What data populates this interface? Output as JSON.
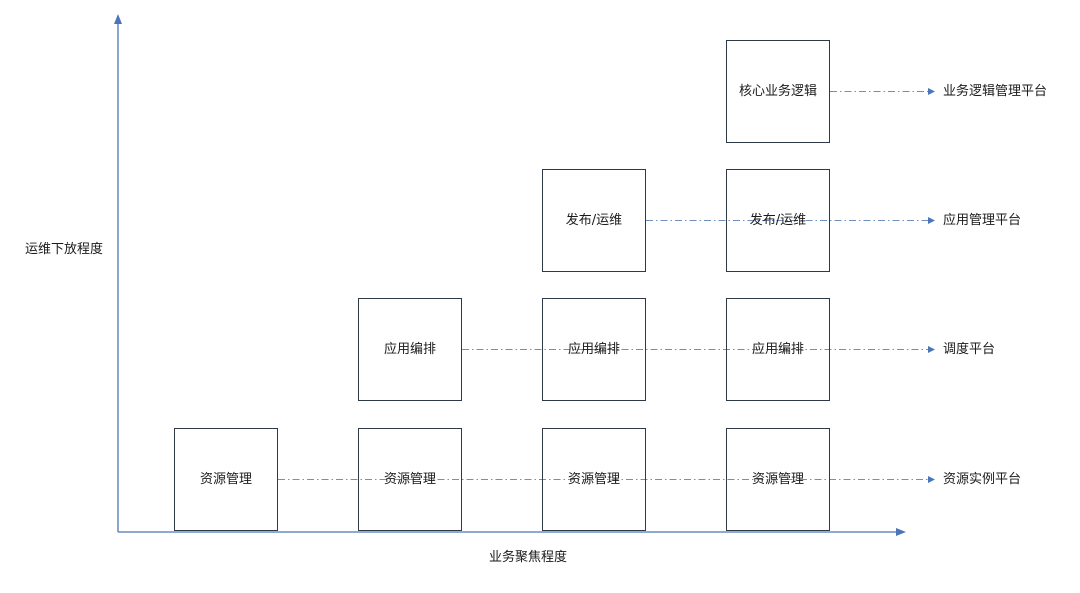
{
  "axes": {
    "y_label": "运维下放程度",
    "x_label": "业务聚焦程度"
  },
  "levels": [
    {
      "platform": "资源实例平台",
      "component": "资源管理",
      "columns": [
        1,
        2,
        3,
        4
      ]
    },
    {
      "platform": "调度平台",
      "component": "应用编排",
      "columns": [
        2,
        3,
        4
      ]
    },
    {
      "platform": "应用管理平台",
      "component": "发布/运维",
      "columns": [
        3,
        4
      ]
    },
    {
      "platform": "业务逻辑管理平台",
      "component": "核心业务逻辑",
      "columns": [
        4
      ]
    }
  ],
  "colors": {
    "axis": "#4a76b8",
    "dash_line": "#6f8fbf",
    "box_border": "#2f3a47",
    "text": "#1a1a1a"
  }
}
